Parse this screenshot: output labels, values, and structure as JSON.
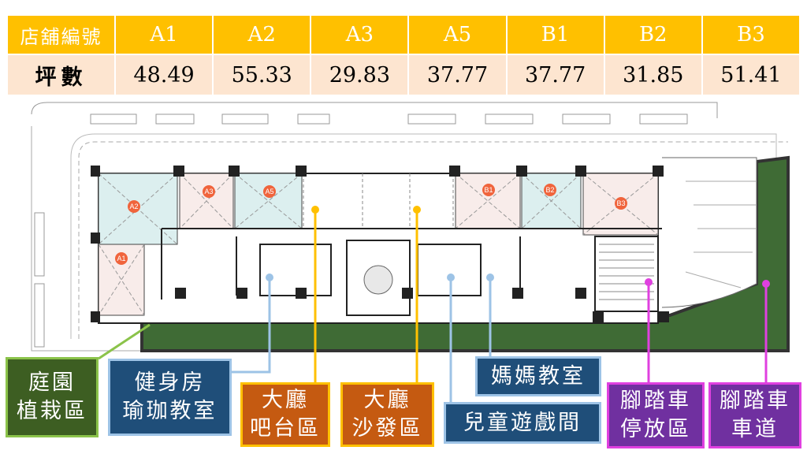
{
  "table": {
    "header_label": "店舖編號",
    "value_label": "坪數",
    "units": [
      {
        "id": "A1",
        "area": "48.49"
      },
      {
        "id": "A2",
        "area": "55.33"
      },
      {
        "id": "A3",
        "area": "29.83"
      },
      {
        "id": "A5",
        "area": "37.77"
      },
      {
        "id": "B1",
        "area": "37.77"
      },
      {
        "id": "B2",
        "area": "31.85"
      },
      {
        "id": "B3",
        "area": "51.41"
      }
    ]
  },
  "plan_markers": [
    "A1",
    "A2",
    "A3",
    "A5",
    "B1",
    "B2",
    "B3"
  ],
  "labels": {
    "garden": [
      "庭園",
      "植栽區"
    ],
    "gym": [
      "健身房",
      "瑜珈教室"
    ],
    "lobby_bar": [
      "大廳",
      "吧台區"
    ],
    "lobby_sofa": [
      "大廳",
      "沙發區"
    ],
    "mom_class": "媽媽教室",
    "kids_room": "兒童遊戲間",
    "bike_parking": [
      "腳踏車",
      "停放區"
    ],
    "bike_lane": [
      "腳踏車",
      "車道"
    ]
  },
  "colors": {
    "table_header": "#ffc000",
    "table_row": "#fde5d0",
    "garden": "#3d5e22",
    "blue_label": "#1f4e79",
    "orange_label": "#c55a11",
    "purple_label": "#7030a0",
    "marker": "#f0643c"
  }
}
